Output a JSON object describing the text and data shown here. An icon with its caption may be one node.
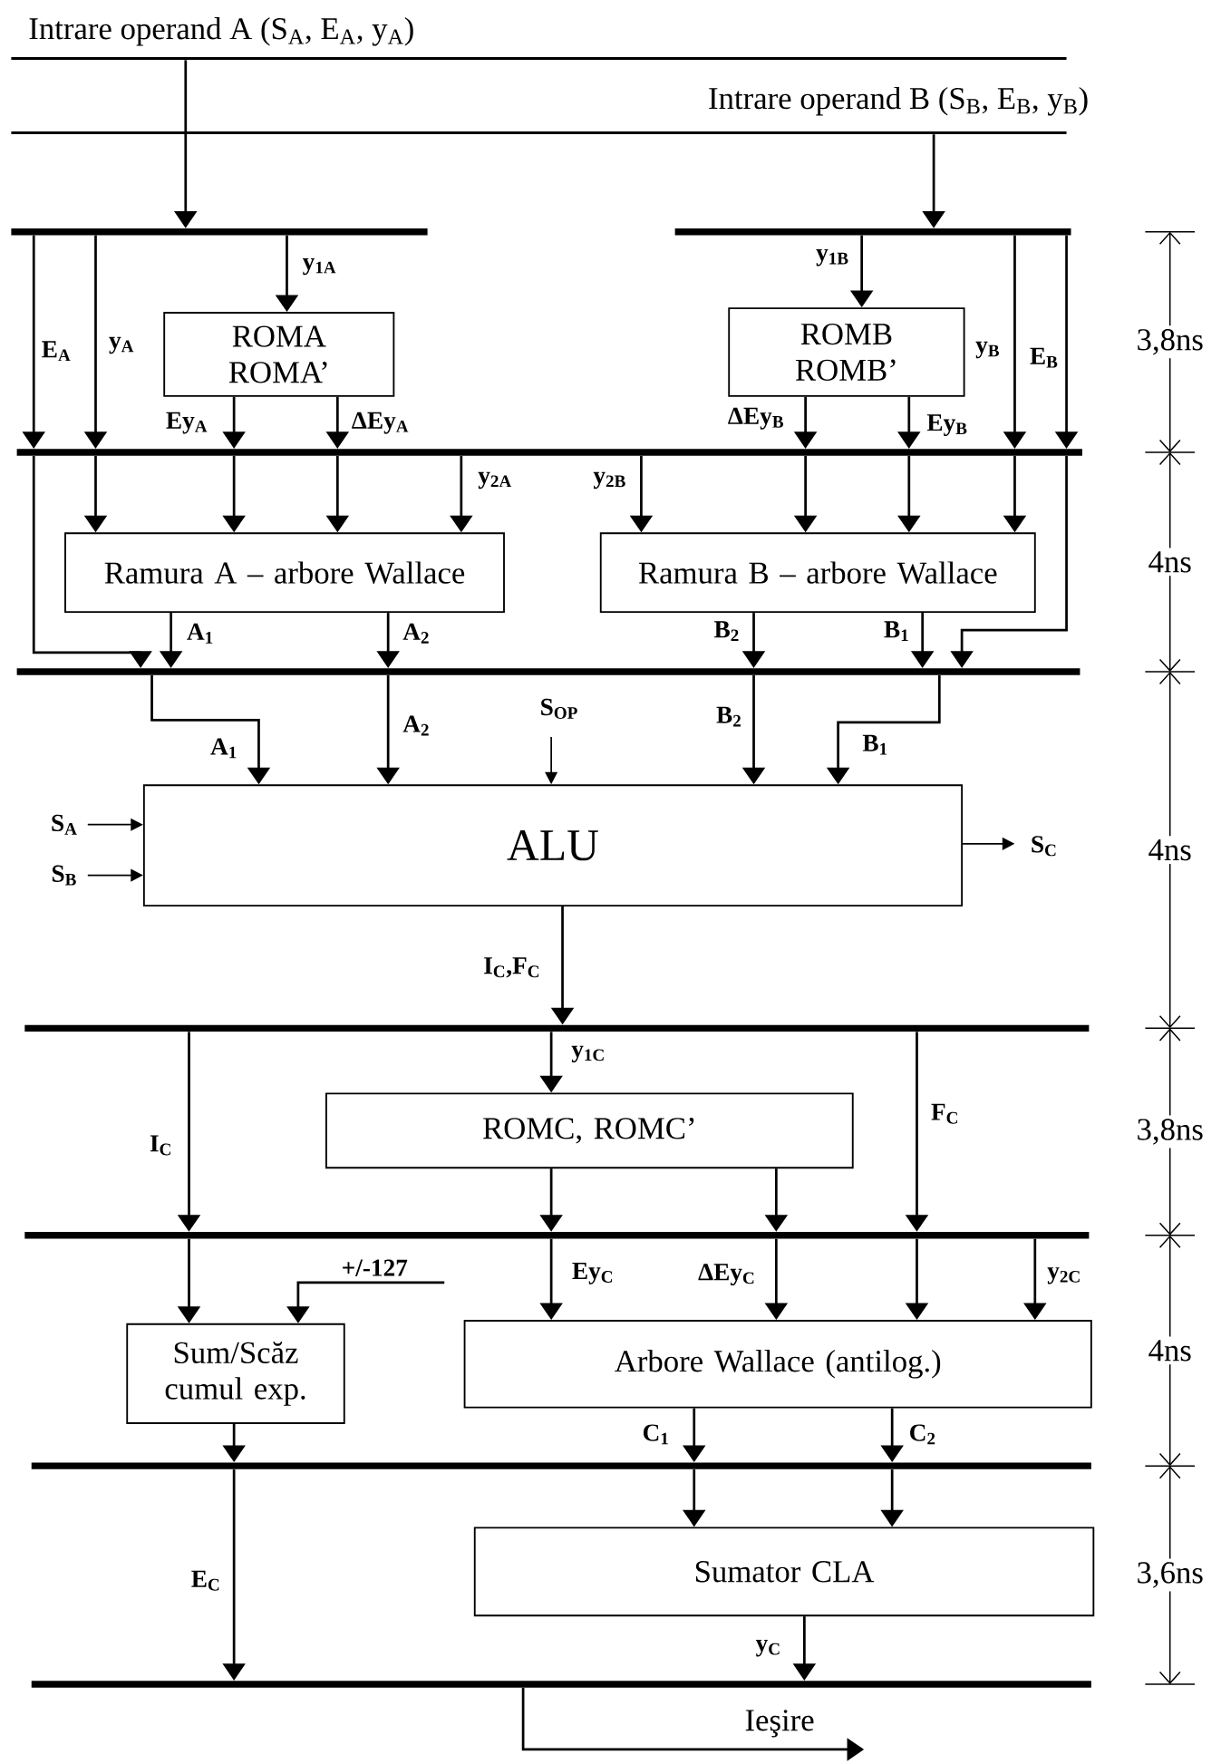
{
  "diagram": {
    "nodes": [
      {
        "text": [
          "Intrare operand A (S$_{A}$, E$_{A}$, y$_{A}$)"
        ]
      },
      {
        "text": [
          "Intrare operand B (S$_{B}$, E$_{B}$, y$_{B}$)"
        ]
      },
      {
        "text": [],
        "shape": "bar"
      },
      {
        "text": [],
        "shape": "bar"
      },
      {
        "text": [
          "ROMA ROMA’"
        ]
      },
      {
        "text": [
          "ROMB ROMB’"
        ]
      },
      {
        "text": [],
        "shape": "bar"
      },
      {
        "text": [
          "Ramura A – arbore Wallace"
        ]
      },
      {
        "text": [
          "Ramura B – arbore Wallace"
        ]
      },
      {
        "text": [],
        "shape": "bar"
      },
      {
        "text": [
          "ALU"
        ]
      },
      {
        "text": [],
        "shape": "bar"
      },
      {
        "text": [
          "ROMC, ROMC’"
        ]
      },
      {
        "text": [],
        "shape": "bar"
      },
      {
        "text": [
          "Sum/Scăz cumul exp."
        ]
      },
      {
        "text": [
          "Arbore Wallace (antilog.)"
        ]
      },
      {
        "text": [],
        "shape": "bar"
      },
      {
        "text": [
          "Sumator CLA"
        ]
      },
      {
        "text": [],
        "shape": "bar"
      }
    ],
    "edges": [
      {
        "from": 0,
        "to": 2,
        "arrow": "to"
      },
      {
        "from": 1,
        "to": 3,
        "arrow": "to"
      },
      {
        "from": 2,
        "to": 6,
        "arrow": "to",
        "label": "E$_{A}$"
      },
      {
        "from": 2,
        "to": 6,
        "arrow": "to",
        "label": "y$_{A}$"
      },
      {
        "from": 2,
        "to": 4,
        "arrow": "to",
        "label": "y$_{1A}$"
      },
      {
        "from": 4,
        "to": 6,
        "arrow": "to",
        "label": "Ey$_{A}$"
      },
      {
        "from": 4,
        "to": 6,
        "arrow": "to",
        "label": "ΔEy$_{A}$"
      },
      {
        "from": 3,
        "to": 5,
        "arrow": "to",
        "label": "y$_{1B}$"
      },
      {
        "from": 5,
        "to": 6,
        "arrow": "to",
        "label": "ΔEy$_{B}$"
      },
      {
        "from": 5,
        "to": 6,
        "arrow": "to",
        "label": "Ey$_{B}$"
      },
      {
        "from": 3,
        "to": 6,
        "arrow": "to",
        "label": "y$_{B}$"
      },
      {
        "from": 3,
        "to": 6,
        "arrow": "to",
        "label": "E$_{B}$"
      },
      {
        "from": 6,
        "to": 7,
        "arrow": "to"
      },
      {
        "from": 6,
        "to": 7,
        "arrow": "to"
      },
      {
        "from": 6,
        "to": 7,
        "arrow": "to"
      },
      {
        "from": 6,
        "to": 7,
        "arrow": "to",
        "label": "y$_{2A}$"
      },
      {
        "from": 6,
        "to": 8,
        "arrow": "to",
        "label": "y$_{2B}$"
      },
      {
        "from": 6,
        "to": 8,
        "arrow": "to"
      },
      {
        "from": 6,
        "to": 8,
        "arrow": "to"
      },
      {
        "from": 6,
        "to": 8,
        "arrow": "to"
      },
      {
        "from": 6,
        "to": 9,
        "arrow": "to"
      },
      {
        "from": 7,
        "to": 9,
        "arrow": "to",
        "label": "A$_{1}$"
      },
      {
        "from": 7,
        "to": 9,
        "arrow": "to",
        "label": "A$_{2}$"
      },
      {
        "from": 8,
        "to": 9,
        "arrow": "to",
        "label": "B$_{2}$"
      },
      {
        "from": 8,
        "to": 9,
        "arrow": "to",
        "label": "B$_{1}$"
      },
      {
        "from": 6,
        "to": 9,
        "arrow": "to"
      },
      {
        "from": 9,
        "to": 10,
        "arrow": "to",
        "label": "A$_{1}$"
      },
      {
        "from": 9,
        "to": 10,
        "arrow": "to",
        "label": "A$_{2}$"
      },
      {
        "from": 9,
        "to": 10,
        "arrow": "to",
        "label": "B$_{2}$"
      },
      {
        "from": 9,
        "to": 10,
        "arrow": "to",
        "label": "B$_{1}$"
      },
      {
        "from": null,
        "to": 10,
        "arrow": "to",
        "label": "S$_{OP}$"
      },
      {
        "from": null,
        "to": 10,
        "arrow": "to",
        "label": "S$_{A}$"
      },
      {
        "from": null,
        "to": 10,
        "arrow": "to",
        "label": "S$_{B}$"
      },
      {
        "from": 10,
        "to": null,
        "arrow": "to",
        "label": "S$_{C}$"
      },
      {
        "from": 10,
        "to": 11,
        "arrow": "to",
        "label": "I$_{C}$,F$_{C}$"
      },
      {
        "from": 11,
        "to": 12,
        "arrow": "to",
        "label": "y$_{1C}$"
      },
      {
        "from": 11,
        "to": 13,
        "arrow": "to",
        "label": "I$_{C}$"
      },
      {
        "from": 11,
        "to": 13,
        "arrow": "to",
        "label": "F$_{C}$"
      },
      {
        "from": 12,
        "to": 13,
        "arrow": "to"
      },
      {
        "from": 12,
        "to": 13,
        "arrow": "to"
      },
      {
        "from": 13,
        "to": 14,
        "arrow": "to"
      },
      {
        "from": null,
        "to": 14,
        "arrow": "to",
        "label": "+/-127"
      },
      {
        "from": 13,
        "to": 15,
        "arrow": "to",
        "label": "Ey$_{C}$"
      },
      {
        "from": 13,
        "to": 15,
        "arrow": "to",
        "label": "ΔEy$_{C}$"
      },
      {
        "from": 13,
        "to": 15,
        "arrow": "to"
      },
      {
        "from": 13,
        "to": 15,
        "arrow": "to",
        "label": "y$_{2C}$"
      },
      {
        "from": 14,
        "to": 16,
        "arrow": "to"
      },
      {
        "from": 15,
        "to": 16,
        "arrow": "to",
        "label": "C$_{1}$"
      },
      {
        "from": 15,
        "to": 16,
        "arrow": "to",
        "label": "C$_{2}$"
      },
      {
        "from": 16,
        "to": 17,
        "arrow": "to"
      },
      {
        "from": 16,
        "to": 17,
        "arrow": "to"
      },
      {
        "from": 16,
        "to": 18,
        "arrow": "to",
        "label": "E$_{C}$"
      },
      {
        "from": 17,
        "to": 18,
        "arrow": "to",
        "label": "y$_{C}$"
      },
      {
        "from": 18,
        "to": null,
        "arrow": "to",
        "label": "Ieşire"
      }
    ],
    "labels": [
      "3,8ns",
      "4ns",
      "4ns",
      "3,8ns",
      "4ns",
      "3,6ns"
    ]
  }
}
